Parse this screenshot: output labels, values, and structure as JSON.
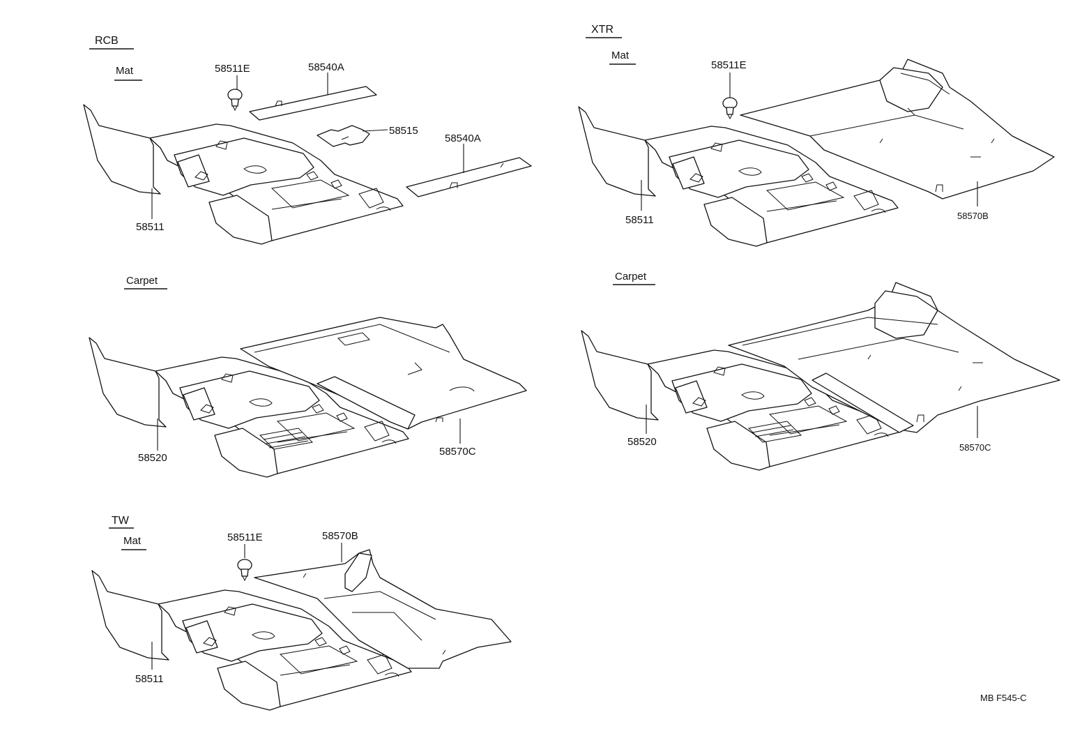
{
  "sections": {
    "rcb": {
      "title": "RCB",
      "mat": {
        "heading": "Mat",
        "parts": [
          "58511E",
          "58540A",
          "58515",
          "58540A",
          "58511"
        ]
      },
      "carpet": {
        "heading": "Carpet",
        "parts": [
          "58520",
          "58570C"
        ]
      }
    },
    "xtr": {
      "title": "XTR",
      "mat": {
        "heading": "Mat",
        "parts": [
          "58511E",
          "58511",
          "58570B"
        ]
      },
      "carpet": {
        "heading": "Carpet",
        "parts": [
          "58520",
          "58570C"
        ]
      }
    },
    "tw": {
      "title": "TW",
      "mat": {
        "heading": "Mat",
        "parts": [
          "58511E",
          "58570B",
          "58511"
        ]
      }
    }
  },
  "footer": {
    "code": "MB F545-C"
  }
}
